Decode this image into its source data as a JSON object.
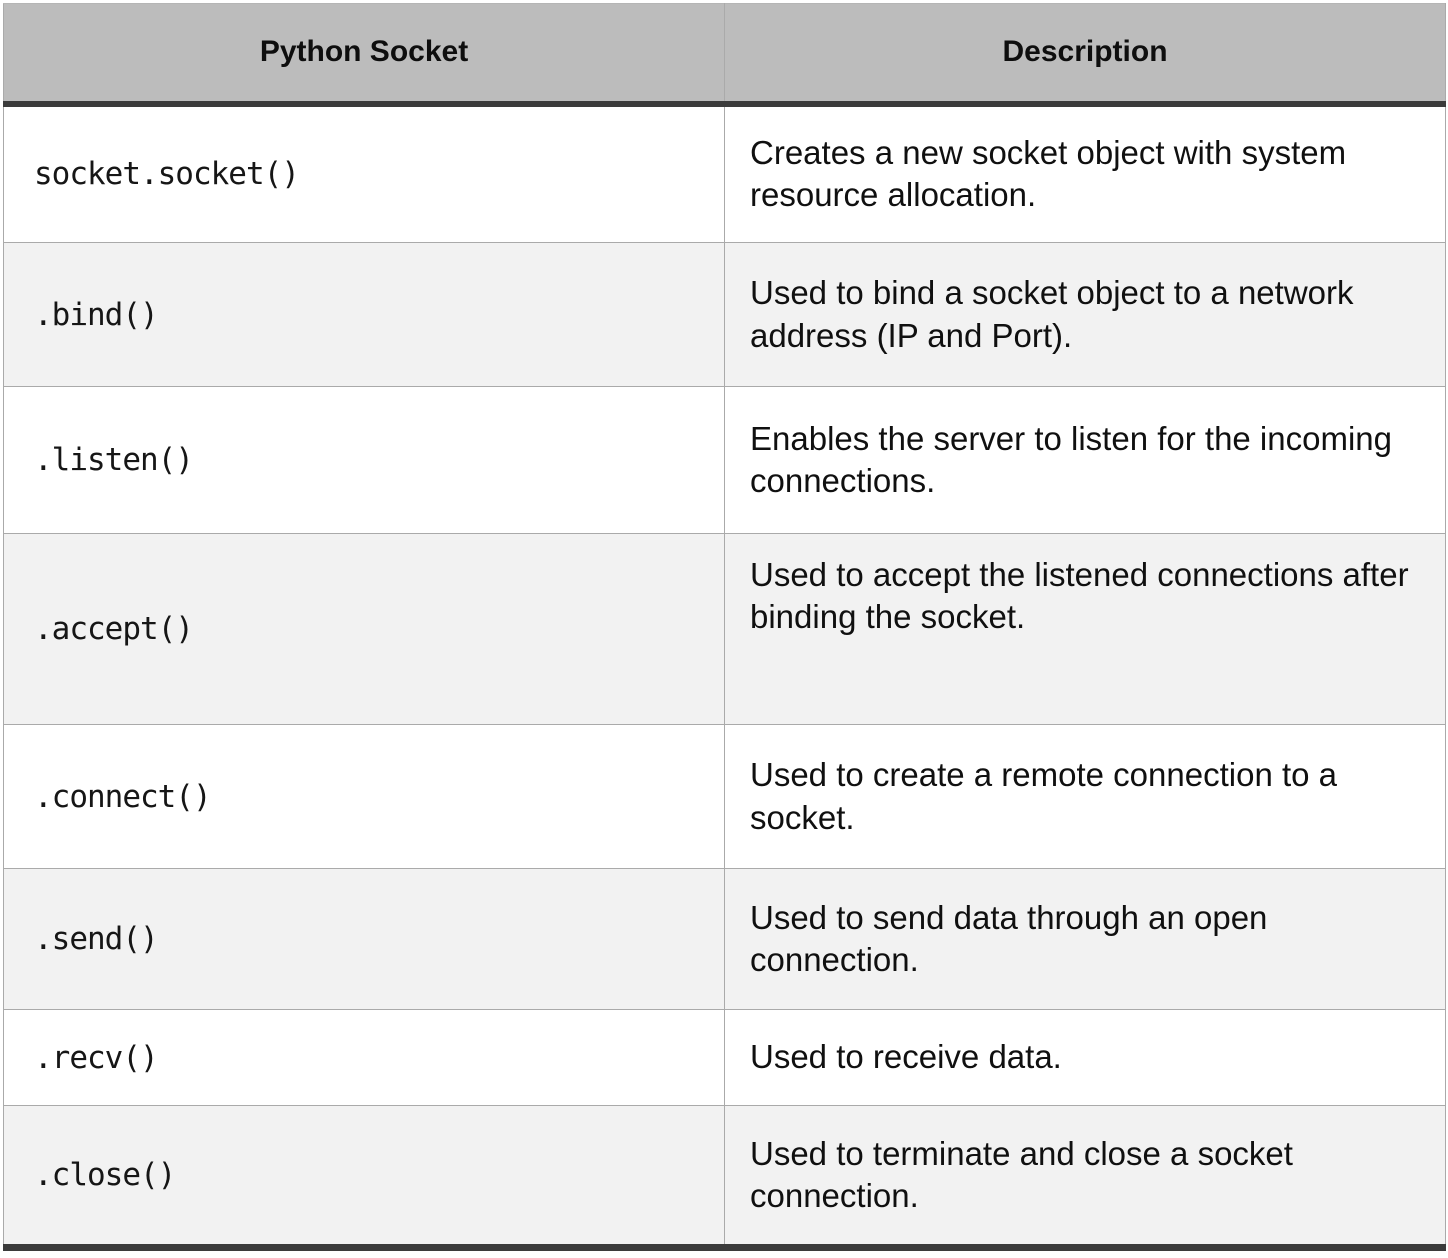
{
  "table": {
    "columns": [
      {
        "label": "Python Socket"
      },
      {
        "label": "Description"
      }
    ],
    "rows": [
      {
        "method": "socket.socket()",
        "description": "Creates a new socket object with system resource allocation."
      },
      {
        "method": ".bind()",
        "description": "Used to bind a socket object to a network address (IP and Port)."
      },
      {
        "method": ".listen()",
        "description": "Enables the server to listen for the incoming connections."
      },
      {
        "method": ".accept()",
        "description": "Used to accept the listened connections after binding the socket."
      },
      {
        "method": ".connect()",
        "description": "Used to create a remote connection to a socket."
      },
      {
        "method": ".send()",
        "description": "Used to send data through an open connection."
      },
      {
        "method": ".recv()",
        "description": "Used to receive data."
      },
      {
        "method": ".close()",
        "description": "Used to terminate and close a socket connection."
      }
    ],
    "colors": {
      "header_bg": "#bcbcbc",
      "heavy_rule": "#3b3b3b",
      "alt_row_bg": "#f2f2f2",
      "row_bg": "#ffffff",
      "grid_line": "#aaaaaa",
      "text": "#111111"
    }
  }
}
